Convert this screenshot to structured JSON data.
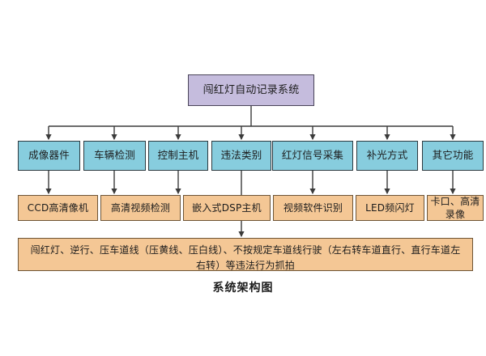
{
  "diagram": {
    "caption": "系统架构图",
    "background_color": "#ffffff",
    "root": {
      "label": "闯红灯自动记录系统",
      "color": "#c5bcdd"
    },
    "level2_color": "#87cdde",
    "level3_color": "#f4c795",
    "level2": [
      {
        "label": "成像器件"
      },
      {
        "label": "车辆检测"
      },
      {
        "label": "控制主机"
      },
      {
        "label": "违法类别"
      },
      {
        "label": "红灯信号采集"
      },
      {
        "label": "补光方式"
      },
      {
        "label": "其它功能"
      }
    ],
    "level3": [
      {
        "label": "CCD高清像机"
      },
      {
        "label": "高清视频检测"
      },
      {
        "label": "嵌入式DSP主机"
      },
      {
        "label": "视频软件识别"
      },
      {
        "label": "LED频闪灯"
      },
      {
        "label": "卡口、高清录像"
      }
    ],
    "detail": {
      "label": "闯红灯、逆行、压车道线（压黄线、压白线）、不按规定车道线行驶（左右转车道直行、直行车道左右转）等违法行为抓拍"
    }
  }
}
